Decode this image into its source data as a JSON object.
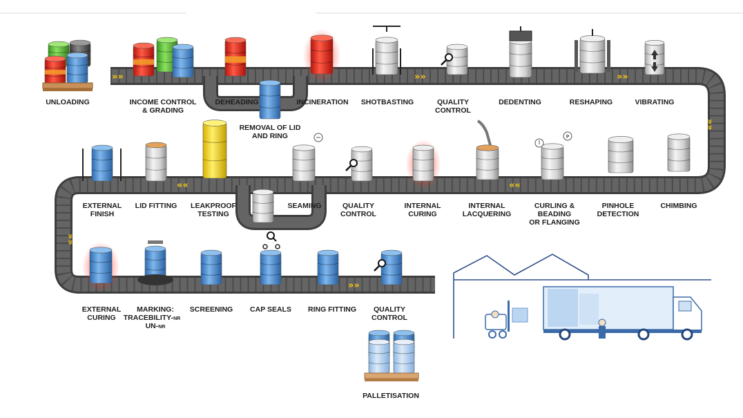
{
  "steps": {
    "unloading": "UNLOADING",
    "income_control_1": "INCOME CONTROL",
    "income_control_2": "& GRADING",
    "deheading": "DEHEADING",
    "removal_lid_1": "REMOVAL OF LID",
    "removal_lid_2": "AND RING",
    "incineration": "INCINERATION",
    "shotbasting": "SHOTBASTING",
    "quality_control_1_a": "QUALITY",
    "quality_control_1_b": "CONTROL",
    "dedenting": "DEDENTING",
    "reshaping": "RESHAPING",
    "vibrating": "VIBRATING",
    "external_finish_a": "EXTERNAL",
    "external_finish_b": "FINISH",
    "lid_fitting": "LID FITTING",
    "leakproof_a": "LEAKPROOF",
    "leakproof_b": "TESTING",
    "seaming": "SEAMING",
    "quality_control_2_a": "QUALITY",
    "quality_control_2_b": "CONTROL",
    "internal_curing_a": "INTERNAL",
    "internal_curing_b": "CURING",
    "internal_lacquering_a": "INTERNAL",
    "internal_lacquering_b": "LACQUERING",
    "curling_a": "CURLING &",
    "curling_b": "BEADING",
    "curling_c": "OR FLANGING",
    "pinhole_a": "PINHOLE",
    "pinhole_b": "DETECTION",
    "chimbing": "CHIMBING",
    "external_curing_a": "EXTERNAL",
    "external_curing_b": "CURING",
    "marking_a": "MARKING:",
    "marking_b": "TRACEBILITY-",
    "marking_b_sub": "NR",
    "marking_c": "UN-",
    "marking_c_sub": "NR",
    "screening": "SCREENING",
    "cap_seals": "CAP SEALS",
    "ring_fitting": "RING FITTING",
    "quality_control_3_a": "QUALITY",
    "quality_control_3_b": "CONTROL",
    "palletisation": "PALLETISATION"
  },
  "colors": {
    "conveyor": "#5f5f5f",
    "conveyor_edge": "#3f3f3f",
    "chevron": "#f2c318",
    "steel": "#dcdcdc",
    "blue_drum": "#4a8fd6",
    "red_drum": "#e0261c",
    "green_drum": "#5cc23a",
    "heat_glow": "#ff4a3a",
    "warehouse_line": "#2e4f8c",
    "truck_blue": "#dbe9f8"
  },
  "icons": [
    "magnifier-icon",
    "gauge-icon",
    "arrow-up-icon",
    "arrow-down-icon",
    "forklift-icon",
    "truck-icon",
    "warehouse-icon",
    "pallet-icon"
  ]
}
